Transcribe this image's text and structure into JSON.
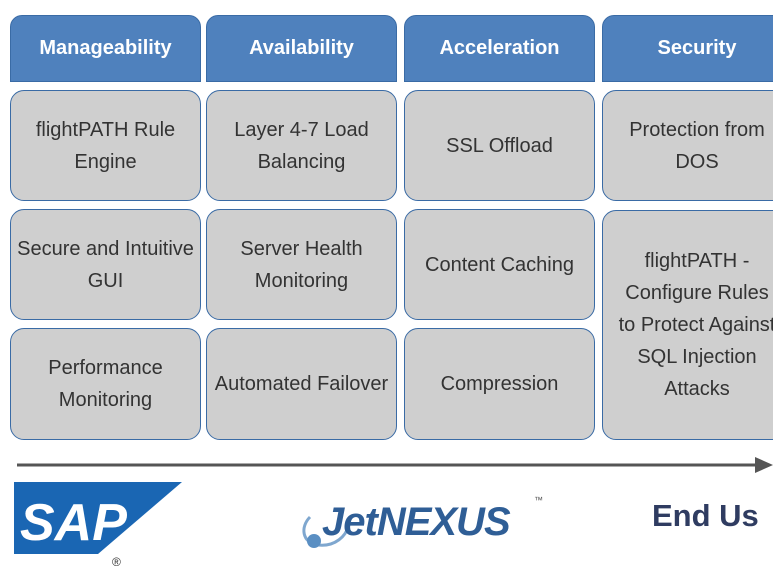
{
  "headers": [
    "Manageability",
    "Availability",
    "Acceleration",
    "Security"
  ],
  "cells": {
    "manageability": [
      "flightPATH Rule Engine",
      "Secure and Intuitive GUI",
      "Performance Monitoring"
    ],
    "availability": [
      "Layer 4-7 Load Balancing",
      "Server Health Monitoring",
      "Automated Failover"
    ],
    "acceleration": [
      "SSL Offload",
      "Content Caching",
      "Compression"
    ],
    "security": [
      "Protection from DOS",
      "flightPATH - Configure Rules to Protect Against SQL Injection Attacks"
    ]
  },
  "logos": {
    "sap": {
      "text": "SAP",
      "registered": "®"
    },
    "jetnexus": {
      "text": "JetNEXUS",
      "trademark": "™"
    }
  },
  "end_user_label": "End Us",
  "colors": {
    "header_fill": "#4f81bd",
    "cell_fill": "#cfcfcf",
    "border": "#3a6ba5",
    "arrow": "#555555",
    "sap_blue": "#1a66b3",
    "end_user_text": "#2f3c61"
  }
}
